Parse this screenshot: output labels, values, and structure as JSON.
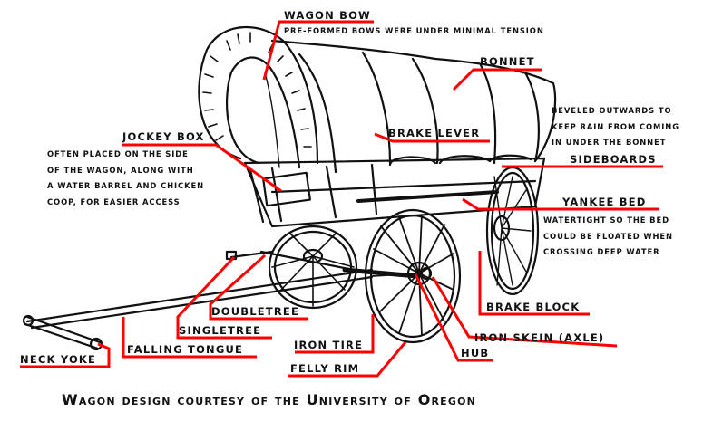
{
  "colors": {
    "leader": "#ff0000",
    "ink": "#111111",
    "background": "#ffffff"
  },
  "labels": {
    "wagon_bow": {
      "title": "WAGON BOW",
      "note": [
        "PRE-FORMED BOWS WERE UNDER MINIMAL TENSION"
      ]
    },
    "bonnet": {
      "title": "BONNET"
    },
    "bonnet_note": {
      "note": [
        "BEVELED OUTWARDS TO",
        "KEEP RAIN FROM COMING",
        "IN UNDER THE BONNET"
      ]
    },
    "sideboards": {
      "title": "SIDEBOARDS"
    },
    "brake_lever": {
      "title": "BRAKE LEVER"
    },
    "jockey_box": {
      "title": "JOCKEY BOX",
      "note": [
        "OFTEN PLACED ON THE SIDE",
        "OF THE WAGON, ALONG WITH",
        "A WATER BARREL AND CHICKEN",
        "COOP, FOR EASIER ACCESS"
      ]
    },
    "yankee_bed": {
      "title": "YANKEE BED",
      "note": [
        "WATERTIGHT SO THE BED",
        "COULD BE FLOATED WHEN",
        "CROSSING DEEP WATER"
      ]
    },
    "brake_block": {
      "title": "BRAKE BLOCK"
    },
    "iron_skein": {
      "title": "IRON SKEIN (AXLE)"
    },
    "hub": {
      "title": "HUB"
    },
    "doubletree": {
      "title": "DOUBLETREE"
    },
    "singletree": {
      "title": "SINGLETREE"
    },
    "falling_tongue": {
      "title": "FALLING TONGUE"
    },
    "iron_tire": {
      "title": "IRON TIRE"
    },
    "felly_rim": {
      "title": "FELLY RIM"
    },
    "neck_yoke": {
      "title": "NECK YOKE"
    }
  },
  "credit": "Wagon design courtesy of the University of Oregon"
}
